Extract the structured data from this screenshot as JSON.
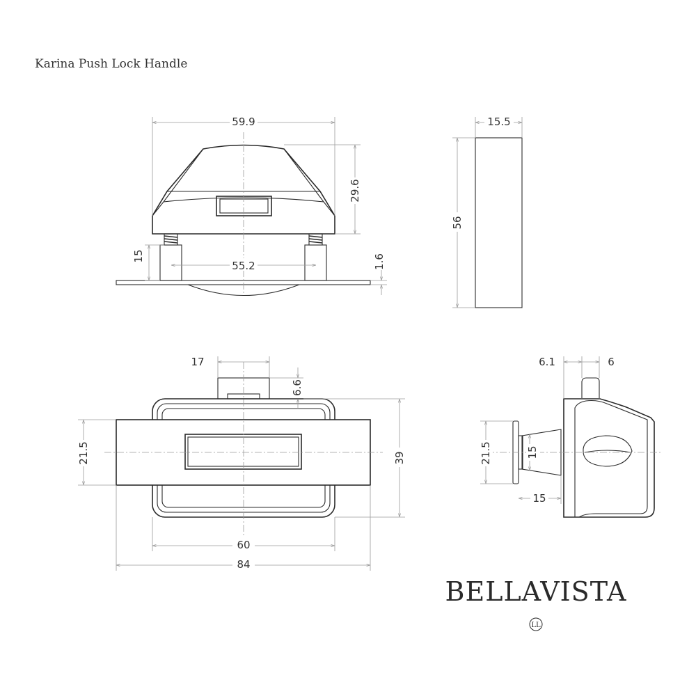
{
  "title": "Karina Push Lock Handle",
  "dimensions": {
    "front_width": "59.9",
    "front_height": "29.6",
    "post_height": "15",
    "post_spacing": "55.2",
    "plate_thickness": "1.6",
    "side_thickness": "15.5",
    "side_height": "56",
    "tab_width": "17",
    "tab_height": "6.6",
    "handle_height": "21.5",
    "frame_height": "39",
    "frame_width": "60",
    "overall_width": "84",
    "right_a": "6.1",
    "right_b": "6",
    "right_height": "21.5",
    "right_barrel": "15",
    "right_depth": "15"
  },
  "brand": {
    "name": "BELLAVISTA",
    "monogram": "LL"
  }
}
